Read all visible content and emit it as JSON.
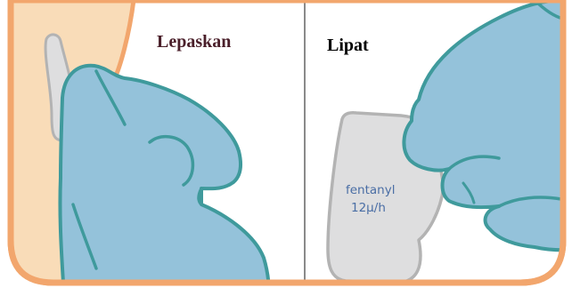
{
  "panels": {
    "left": {
      "title": "Lepaskan"
    },
    "right": {
      "title": "Lipat",
      "patch_text": {
        "line1": "fentanyl",
        "line2": "12μ/h"
      }
    }
  },
  "colors": {
    "frame": "#f2a66d",
    "skin": "#f9dcb8",
    "glove_fill": "#94c2da",
    "glove_outline": "#3f9a9c",
    "patch_fill": "#dededf",
    "patch_outline": "#b3b3b3",
    "divider": "#8a8a8a"
  },
  "icons": [
    "gloved-hand-icon",
    "fentanyl-patch-icon",
    "skin-icon"
  ]
}
